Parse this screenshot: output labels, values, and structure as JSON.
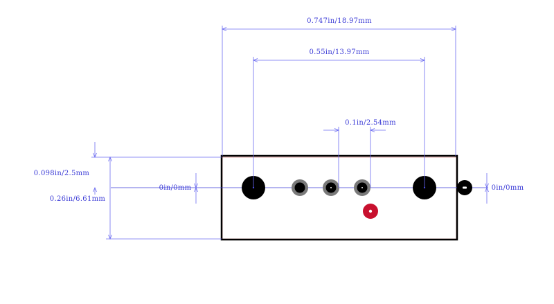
{
  "dimensions": {
    "overall_width": "0.747in/18.97mm",
    "mount_hole_spacing": "0.55in/13.97mm",
    "pin_pitch": "0.1in/2.54mm",
    "top_to_pin_row": "0.098in/2.5mm",
    "body_height": "0.26in/6.61mm",
    "offset_left": "0in/0mm",
    "offset_right": "0in/0mm"
  },
  "colors": {
    "outline": "#000000",
    "dimension": "#6b6bf0",
    "dimension_text": "#3a3ad6",
    "pad_ring": "#7a7a7a",
    "hole": "#000000",
    "pin1_marker": "#c8102e",
    "courtyard": "#d9a0a0"
  }
}
